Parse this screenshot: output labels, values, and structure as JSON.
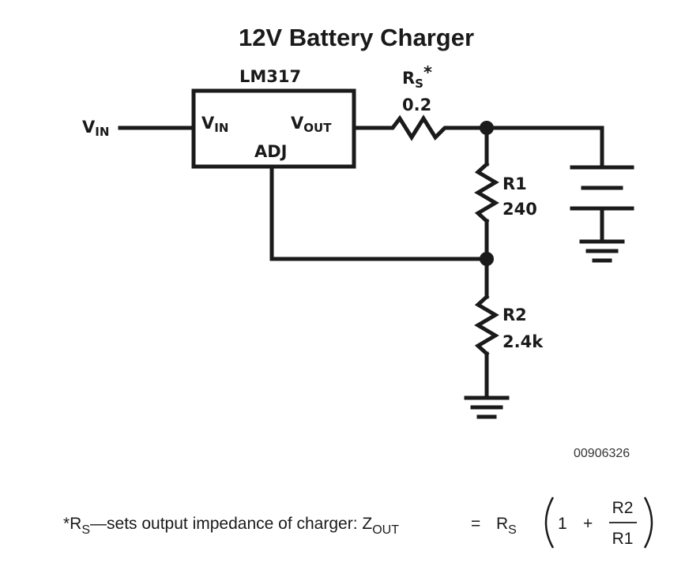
{
  "title": "12V Battery Charger",
  "regulator": {
    "part": "LM317",
    "pin_vin_main": "V",
    "pin_vin_sub": "IN",
    "pin_vout_main": "V",
    "pin_vout_sub": "OUT",
    "pin_adj": "ADJ"
  },
  "input": {
    "main": "V",
    "sub": "IN"
  },
  "rs": {
    "main": "R",
    "sub": "S",
    "mark": "*",
    "value": "0.2"
  },
  "r1": {
    "name": "R1",
    "value": "240"
  },
  "r2": {
    "name": "R2",
    "value": "2.4k"
  },
  "figure_code": "00906326",
  "footnote": {
    "prefix": "*R",
    "prefix_sub": "S",
    "text": "—sets output impedance of charger: Z",
    "z_sub": "OUT",
    "equals": "=",
    "rs_main": "R",
    "rs_sub": "S",
    "one": "1",
    "plus": "+",
    "numerator": "R2",
    "denominator": "R1"
  }
}
